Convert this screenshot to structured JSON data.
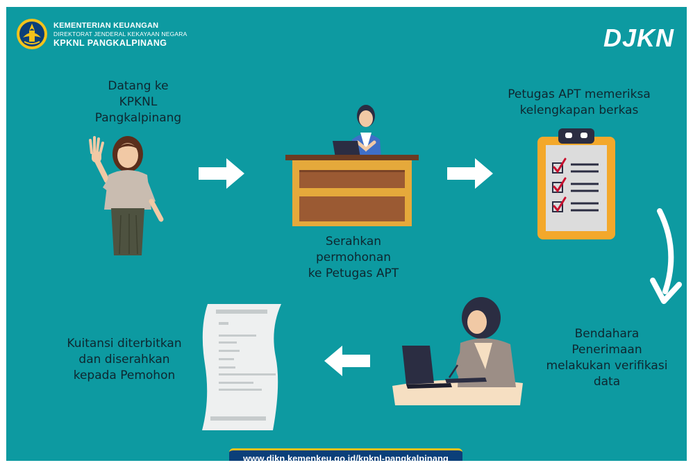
{
  "header": {
    "org_line1": "KEMENTERIAN KEUANGAN",
    "org_line2": "DIREKTORAT JENDERAL KEKAYAAN NEGARA",
    "org_line3": "KPKNL PANGKALPINANG",
    "brand": "DJKN"
  },
  "steps": [
    {
      "text": "Datang ke\nKPKNL\nPangkalpinang"
    },
    {
      "text": "Serahkan\npermohonan\nke Petugas APT"
    },
    {
      "text": "Petugas APT memeriksa\nkelengkapan berkas"
    },
    {
      "text": "Bendahara\nPenerimaan\nmelakukan verifikasi\ndata"
    },
    {
      "text": "Kuitansi diterbitkan\ndan diserahkan\nkepada Pemohon"
    }
  ],
  "footer": {
    "url": "www.djkn.kemenkeu.go.id/kpknl-pangkalpinang"
  },
  "colors": {
    "background": "#0d9aa1",
    "arrow": "#ffffff",
    "text": "#0e2730",
    "footer_bg": "#0b3f79",
    "footer_accent": "#f3c21b"
  }
}
